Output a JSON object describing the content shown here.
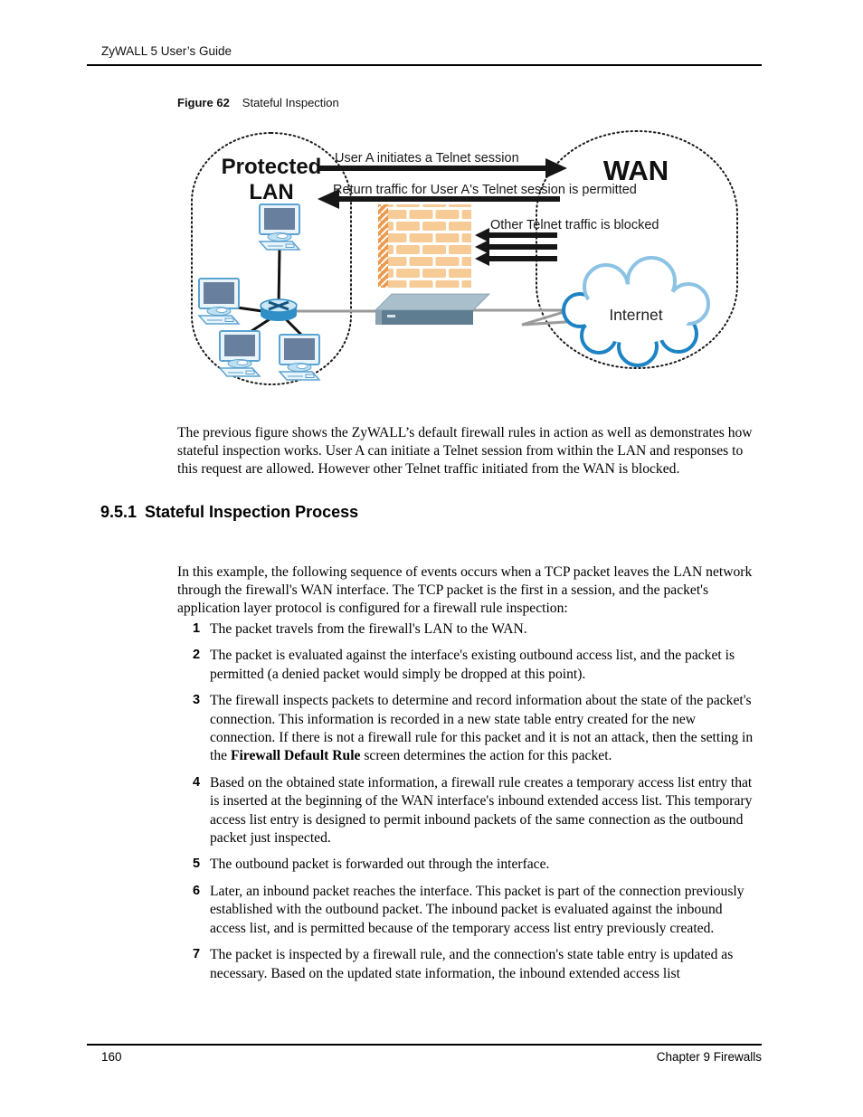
{
  "header": {
    "title": "ZyWALL 5 User’s Guide"
  },
  "figure": {
    "caption_label": "Figure 62",
    "caption_title": "Stateful Inspection",
    "lan_label_line1": "Protected",
    "lan_label_line2": "LAN",
    "wan_label": "WAN",
    "arrow_top_label": "User A initiates a Telnet session",
    "arrow_return_label": "Return traffic for User A's Telnet session is permitted",
    "blocked_label": "Other Telnet traffic is blocked",
    "internet_label": "Internet",
    "colors": {
      "brick": "#F6CB96",
      "brick_edge": "#EC9A4D",
      "device_top": "#A9BFCC",
      "device_front": "#5E7D91",
      "hub": "#2F8FC6",
      "monitor_screen": "#68809E",
      "cloud_light": "#8CC3E4",
      "cloud_dark": "#1D83C3"
    }
  },
  "intro": "The previous figure shows the ZyWALL’s default firewall rules in action as well as demonstrates how stateful inspection works. User A can initiate a Telnet session from within the LAN and responses to this request are allowed. However other Telnet traffic initiated from the WAN is blocked.",
  "section": {
    "number": "9.5.1",
    "title": "Stateful Inspection Process",
    "lead": "In this example, the following sequence of events occurs when a TCP packet leaves the LAN network through the firewall's WAN interface. The TCP packet is the first in a session, and the packet's application layer protocol is configured for a firewall rule inspection:",
    "steps": [
      {
        "num": "1",
        "text": "The packet travels from the firewall's LAN to the WAN."
      },
      {
        "num": "2",
        "text": "The packet is evaluated against the interface's existing outbound access list, and the packet is permitted (a denied packet would simply be dropped at this point)."
      },
      {
        "num": "3",
        "text_before": "The firewall inspects packets to determine and record information about the state of the packet's connection. This information is recorded in a new state table entry created for the new connection. If there is not a firewall rule for this packet and it is not an attack, then the setting in the ",
        "text_bold": "Firewall Default Rule",
        "text_after": " screen determines the action for this packet."
      },
      {
        "num": "4",
        "text": "Based on the obtained state information, a firewall rule creates a temporary access list entry that is inserted at the beginning of the WAN interface's inbound extended access list. This temporary access list entry is designed to permit inbound packets of the same connection as the outbound packet just inspected."
      },
      {
        "num": "5",
        "text": "The outbound packet is forwarded out through the interface."
      },
      {
        "num": "6",
        "text": "Later, an inbound packet reaches the interface. This packet is part of the connection previously established with the outbound packet. The inbound packet is evaluated against the inbound access list, and is permitted because of the temporary access list entry previously created."
      },
      {
        "num": "7",
        "text": "The packet is inspected by a firewall rule, and the connection's state table entry is updated as necessary. Based on the updated state information, the inbound extended access list"
      }
    ]
  },
  "footer": {
    "page_number": "160",
    "chapter": "Chapter 9 Firewalls"
  }
}
